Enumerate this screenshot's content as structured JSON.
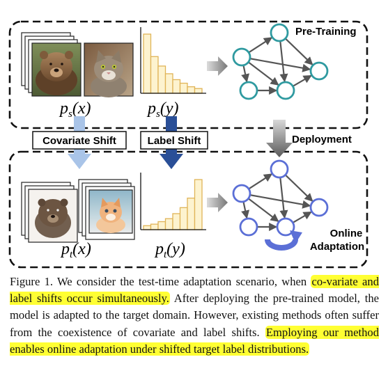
{
  "labels": {
    "pre_training": "Pre-Training",
    "deployment": "Deployment",
    "online": "Online",
    "adaptation": "Adaptation",
    "covariate_shift": "Covariate Shift",
    "label_shift": "Label Shift"
  },
  "math": {
    "ps_x": "p",
    "ps_x_sub": "s",
    "ps_x_arg": "(x)",
    "ps_y": "p",
    "ps_y_sub": "s",
    "ps_y_arg": "(y)",
    "pt_x": "p",
    "pt_x_sub": "t",
    "pt_x_arg": "(x)",
    "pt_y": "p",
    "pt_y_sub": "t",
    "pt_y_arg": "(y)"
  },
  "histograms": {
    "source": [
      1.0,
      0.62,
      0.46,
      0.33,
      0.23,
      0.17,
      0.11,
      0.08
    ],
    "target": [
      0.08,
      0.11,
      0.16,
      0.22,
      0.32,
      0.44,
      0.63,
      1.0
    ]
  },
  "caption": {
    "part1": "Figure 1. We consider the test-time adaptation scenario, when ",
    "hl1": "co-variate and label shifts occur simultaneously.",
    "part2": " After deploying the pre-trained model, the model is adapted to the target domain. However, existing methods often suffer from the coexistence of covariate and label shifts. ",
    "hl2": "Employing our method enables online adaptation under shifted target label distributions."
  },
  "colors": {
    "source_node": "#2f9aa0",
    "target_node": "#5b6fd6",
    "bar_fill": "#fdf3cf",
    "bar_stroke": "#e0b457",
    "covariate_arrow": "#a9c4e8",
    "label_arrow": "#2a4f97",
    "highlight": "#ffff33"
  }
}
